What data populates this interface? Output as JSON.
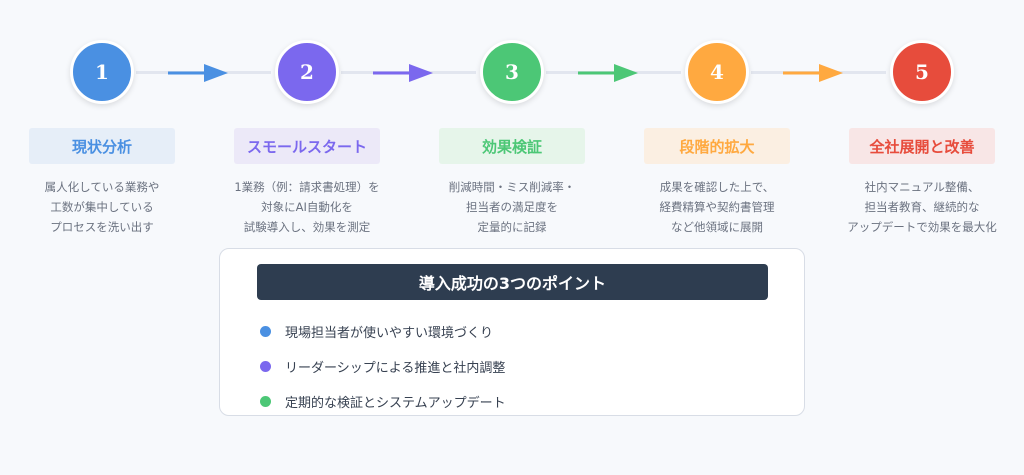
{
  "steps": [
    {
      "number": "1",
      "title": "現状分析",
      "color": "#4a90e2",
      "box_bg": "#e6eef8",
      "desc": [
        "属人化している業務や",
        "工数が集中している",
        "プロセスを洗い出す"
      ]
    },
    {
      "number": "2",
      "title": "スモールスタート",
      "color": "#7b68ee",
      "box_bg": "#ece9f8",
      "desc": [
        "1業務（例：請求書処理）を",
        "対象にAI自動化を",
        "試験導入し、効果を測定"
      ]
    },
    {
      "number": "3",
      "title": "効果検証",
      "color": "#4cc776",
      "box_bg": "#e6f5ea",
      "desc": [
        "削減時間・ミス削減率・",
        "担当者の満足度を",
        "定量的に記録"
      ]
    },
    {
      "number": "4",
      "title": "段階的拡大",
      "color": "#ffa940",
      "box_bg": "#fbefe2",
      "desc": [
        "成果を確認した上で、",
        "経費精算や契約書管理",
        "など他領域に展開"
      ]
    },
    {
      "number": "5",
      "title": "全社展開と改善",
      "color": "#e74c3c",
      "box_bg": "#f8e6e6",
      "desc": [
        "社内マニュアル整備、",
        "担当者教育、継続的な",
        "アップデートで効果を最大化"
      ]
    }
  ],
  "points_card": {
    "title": "導入成功の3つのポイント",
    "items": [
      {
        "text": "現場担当者が使いやすい環境づくり",
        "color": "#4a90e2"
      },
      {
        "text": "リーダーシップによる推進と社内調整",
        "color": "#7b68ee"
      },
      {
        "text": "定期的な検証とシステムアップデート",
        "color": "#4cc776"
      }
    ]
  }
}
